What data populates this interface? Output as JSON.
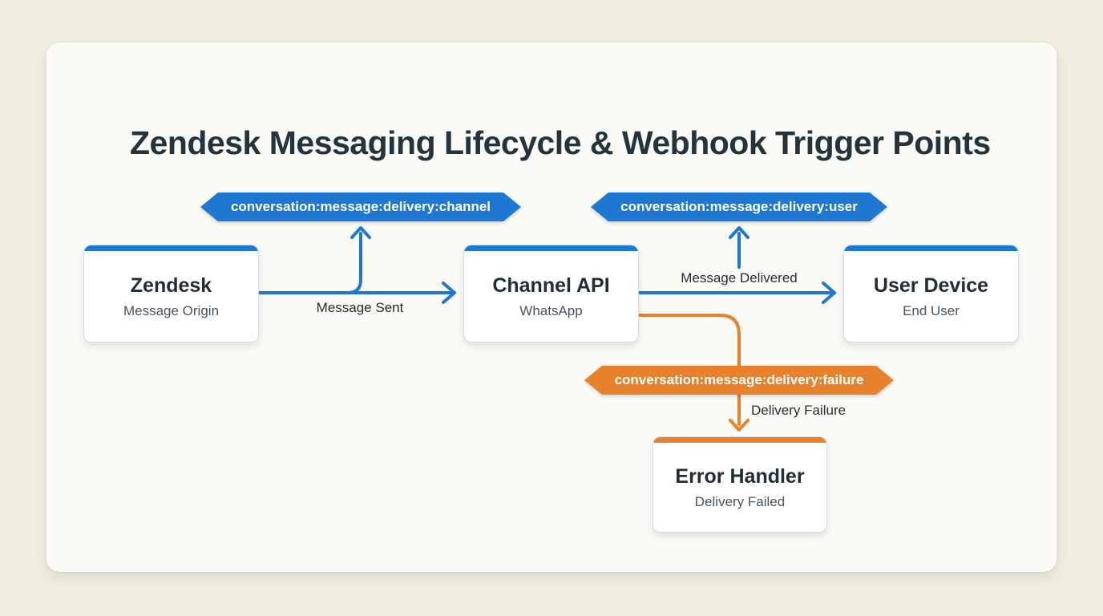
{
  "page": {
    "title": "Zendesk Messaging Lifecycle & Webhook Trigger Points"
  },
  "colors": {
    "background": "#f2eee2",
    "card": "#fafaf7",
    "blue_accent": "#1e78d2",
    "orange_accent": "#e8812b",
    "title_text": "#25333a",
    "node_title_text": "#212e36",
    "node_subtitle_text": "#49545d"
  },
  "nodes": [
    {
      "id": "zendesk",
      "title": "Zendesk",
      "subtitle": "Message Origin",
      "accent": "blue"
    },
    {
      "id": "channel-api",
      "title": "Channel API",
      "subtitle": "WhatsApp",
      "accent": "blue"
    },
    {
      "id": "user-device",
      "title": "User Device",
      "subtitle": "End User",
      "accent": "blue"
    },
    {
      "id": "error-handler",
      "title": "Error Handler",
      "subtitle": "Delivery Failed",
      "accent": "orange"
    }
  ],
  "webhooks": [
    {
      "id": "delivery-channel",
      "label": "conversation:message:delivery:channel",
      "color": "blue"
    },
    {
      "id": "delivery-user",
      "label": "conversation:message:delivery:user",
      "color": "blue"
    },
    {
      "id": "delivery-failure",
      "label": "conversation:message:delivery:failure",
      "color": "orange"
    }
  ],
  "edges": [
    {
      "id": "message-sent",
      "label": "Message Sent",
      "from": "zendesk",
      "to": "channel-api"
    },
    {
      "id": "message-delivered",
      "label": "Message Delivered",
      "from": "channel-api",
      "to": "user-device"
    },
    {
      "id": "delivery-failure",
      "label": "Delivery Failure",
      "from": "channel-api",
      "to": "error-handler"
    }
  ]
}
